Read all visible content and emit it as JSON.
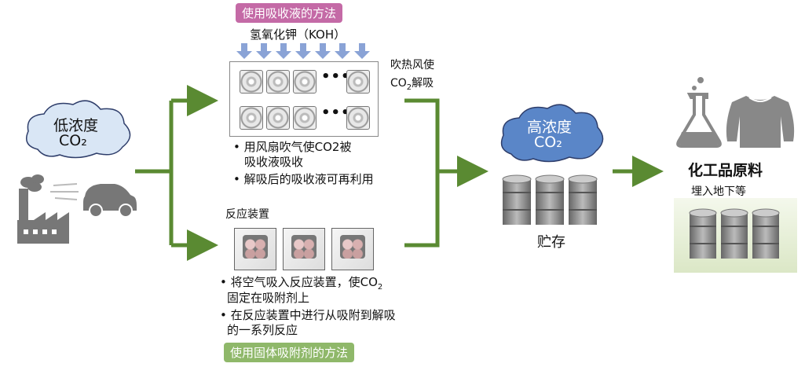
{
  "left": {
    "cloud_line1": "低浓度",
    "cloud_line2": "CO₂"
  },
  "top_method": {
    "tag": "使用吸收液的方法",
    "solution": "氢氧化钾（KOH）",
    "bullet1_line1": "• 用风扇吹气使CO2被",
    "bullet1_line2": "吸收液吸收",
    "bullet2": "• 解吸后的吸收液可再利用",
    "side_line1": "吹热风使",
    "side_line2_a": "CO",
    "side_line2_sub": "2",
    "side_line2_b": "解吸"
  },
  "bottom_method": {
    "device_label": "反应装置",
    "bullet1_line1_a": "• 将空气吸入反应装置，使CO",
    "bullet1_line1_sub": "2",
    "bullet1_line2": "固定在吸附剂上",
    "bullet2_line1": "• 在反应装置中进行从吸附到解吸",
    "bullet2_line2": "的一系列反应",
    "tag": "使用固体吸附剂的方法"
  },
  "middle": {
    "cloud_line1": "高浓度",
    "cloud_line2": "CO₂",
    "storage_label": "贮存"
  },
  "right": {
    "title": "化工品原料",
    "subtitle": "埋入地下等"
  },
  "colors": {
    "arrow": "#5a8a32",
    "tag_top": "#c46aa6",
    "tag_bottom": "#8fb86a",
    "cloud_low": "#d9e6f5",
    "cloud_high": "#5a86c8",
    "down_arrow": "#8aa3d6"
  }
}
